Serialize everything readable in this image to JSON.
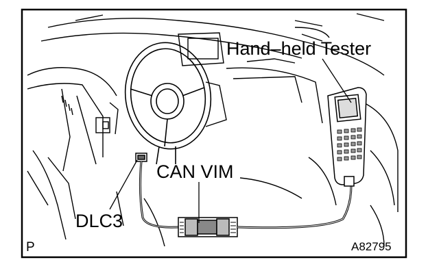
{
  "labels": {
    "hand_held_tester": "Hand–held Tester",
    "can_vim": "CAN VIM",
    "dlc3": "DLC3",
    "corner_mark": "P",
    "figure_code": "A82795"
  },
  "colors": {
    "line": "#000000",
    "background": "#ffffff"
  }
}
